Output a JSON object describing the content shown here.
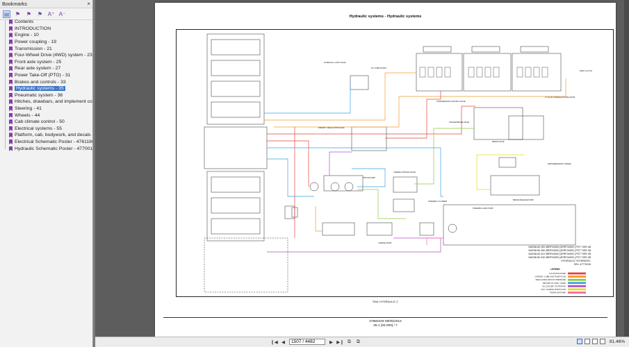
{
  "sidebar": {
    "title": "Bookmarks",
    "close_glyph": "×",
    "tools": [
      {
        "icon": "bookmark-options-icon",
        "glyph": "▤"
      },
      {
        "icon": "delete-bookmark-icon",
        "glyph": "⚑"
      },
      {
        "icon": "new-bookmark-icon",
        "glyph": "⚑"
      },
      {
        "icon": "expand-bookmark-icon",
        "glyph": "⚑"
      },
      {
        "icon": "enlarge-text-icon",
        "glyph": "A⁺"
      },
      {
        "icon": "reduce-text-icon",
        "glyph": "A⁻"
      }
    ],
    "items": [
      {
        "label": "Contents"
      },
      {
        "label": "INTRODUCTION"
      },
      {
        "label": "Engine - 10"
      },
      {
        "label": "Power coupling - 19"
      },
      {
        "label": "Transmission - 21"
      },
      {
        "label": "Four-Wheel Drive (4WD) system - 23"
      },
      {
        "label": "Front axle system - 25"
      },
      {
        "label": "Rear axle system - 27"
      },
      {
        "label": "Power Take-Off (PTO) - 31"
      },
      {
        "label": "Brakes and controls - 33"
      },
      {
        "label": "Hydraulic systems - 35",
        "active": true
      },
      {
        "label": "Pneumatic system - 36"
      },
      {
        "label": "Hitches, drawbars, and implement cou"
      },
      {
        "label": "Steering - 41"
      },
      {
        "label": "Wheels - 44"
      },
      {
        "label": "Cab climate control - 50"
      },
      {
        "label": "Electrical systems - 55"
      },
      {
        "label": "Platform, cab, bodywork, and decals -"
      },
      {
        "label": "Electrical Schematic Poster - 4761186"
      },
      {
        "label": "Hydraulic Schematic Poster - 4770018"
      }
    ]
  },
  "document": {
    "title": "Hydraulic systems - Hydraulic systems",
    "footer_code": "RAIL HYDRAULIC  2",
    "footer_line1": "47880449 09/05/2014",
    "footer_line2": "35.1 [35.000] / 7",
    "schematic": {
      "model_lines": [
        "MAGNUM 250 ZBRF04900 [ZERF04900 ] PST TIER 4B",
        "MAGNUM 280 ZBRF04900 [ZERF04900 ] PST TIER 4B",
        "MAGNUM 310 ZBRF04900 [ZERF04900 ] PST TIER 4B",
        "MAGNUM 340 ZBRF04900 [ZERF04900 ] PST TIER 4B"
      ],
      "schematic_title": "HYDRAULIC SCHEMATIC",
      "schematic_number": "R/N: 47770018",
      "legend_title": "LEGEND",
      "legend": [
        {
          "label": "P/C PISTON PUMP",
          "color": "#e8413a"
        },
        {
          "label": "CHARGE / LUBE LINE PUMP FLOW",
          "color": "#f29a2e"
        },
        {
          "label": "REGULATED CIRCUIT PRESSURE",
          "color": "#8dc63f"
        },
        {
          "label": "RETURN TO TANK / SUMP",
          "color": "#3aa0e0"
        },
        {
          "label": "OIL COOLER / FILTRATION",
          "color": "#b34fc4"
        },
        {
          "label": "AUX. CHARGE PUMP FLOW",
          "color": "#e4d82a"
        },
        {
          "label": "TWINFLOW PUMP",
          "color": "#f06aa8"
        }
      ],
      "labels": {
        "lube_valve": "HYDRAULIC LOOP VALVE",
        "pump_label": "P/C LUBE SUPPLY",
        "transmission_valve": "TRANSMISSION CONTROL VALVE",
        "park_clutch": "PARK CLUTCH",
        "accumulator": "2.7 kg N2 CHARGE ACCUMULATOR",
        "priority_valve": "PRIORITY REGULATOR VALVE",
        "piston_pump": "PISTON PUMP",
        "thermal_bypass": "THERMAL BYPASS VALVE",
        "steering_cylinder": "STEERING CYLINDER",
        "charge_pump": "CHARGE PUMP",
        "brake_valve": "BRAKE VALVE",
        "park_brake": "PARK/EMERGENCY BRAKE",
        "brake_release": "BRAKE RELEASE PUMP",
        "steering_hand_pump": "STEERING HAND PUMP",
        "trailer_brake": "TRAILER BRAKE VALVE"
      }
    }
  },
  "statusbar": {
    "page_value": "1507 / 4482",
    "zoom": "81.46%",
    "nav": [
      {
        "icon": "first-page-icon",
        "glyph": "❙◀"
      },
      {
        "icon": "previous-page-icon",
        "glyph": "◀"
      },
      {
        "icon": "next-page-icon",
        "glyph": "▶"
      },
      {
        "icon": "last-page-icon",
        "glyph": "▶❙"
      },
      {
        "icon": "previous-view-icon",
        "glyph": "⧉"
      },
      {
        "icon": "next-view-icon",
        "glyph": "⧉"
      }
    ],
    "view_modes": [
      {
        "icon": "single-page-view-icon"
      },
      {
        "icon": "continuous-view-icon"
      },
      {
        "icon": "facing-view-icon"
      },
      {
        "icon": "continuous-facing-view-icon"
      }
    ]
  }
}
